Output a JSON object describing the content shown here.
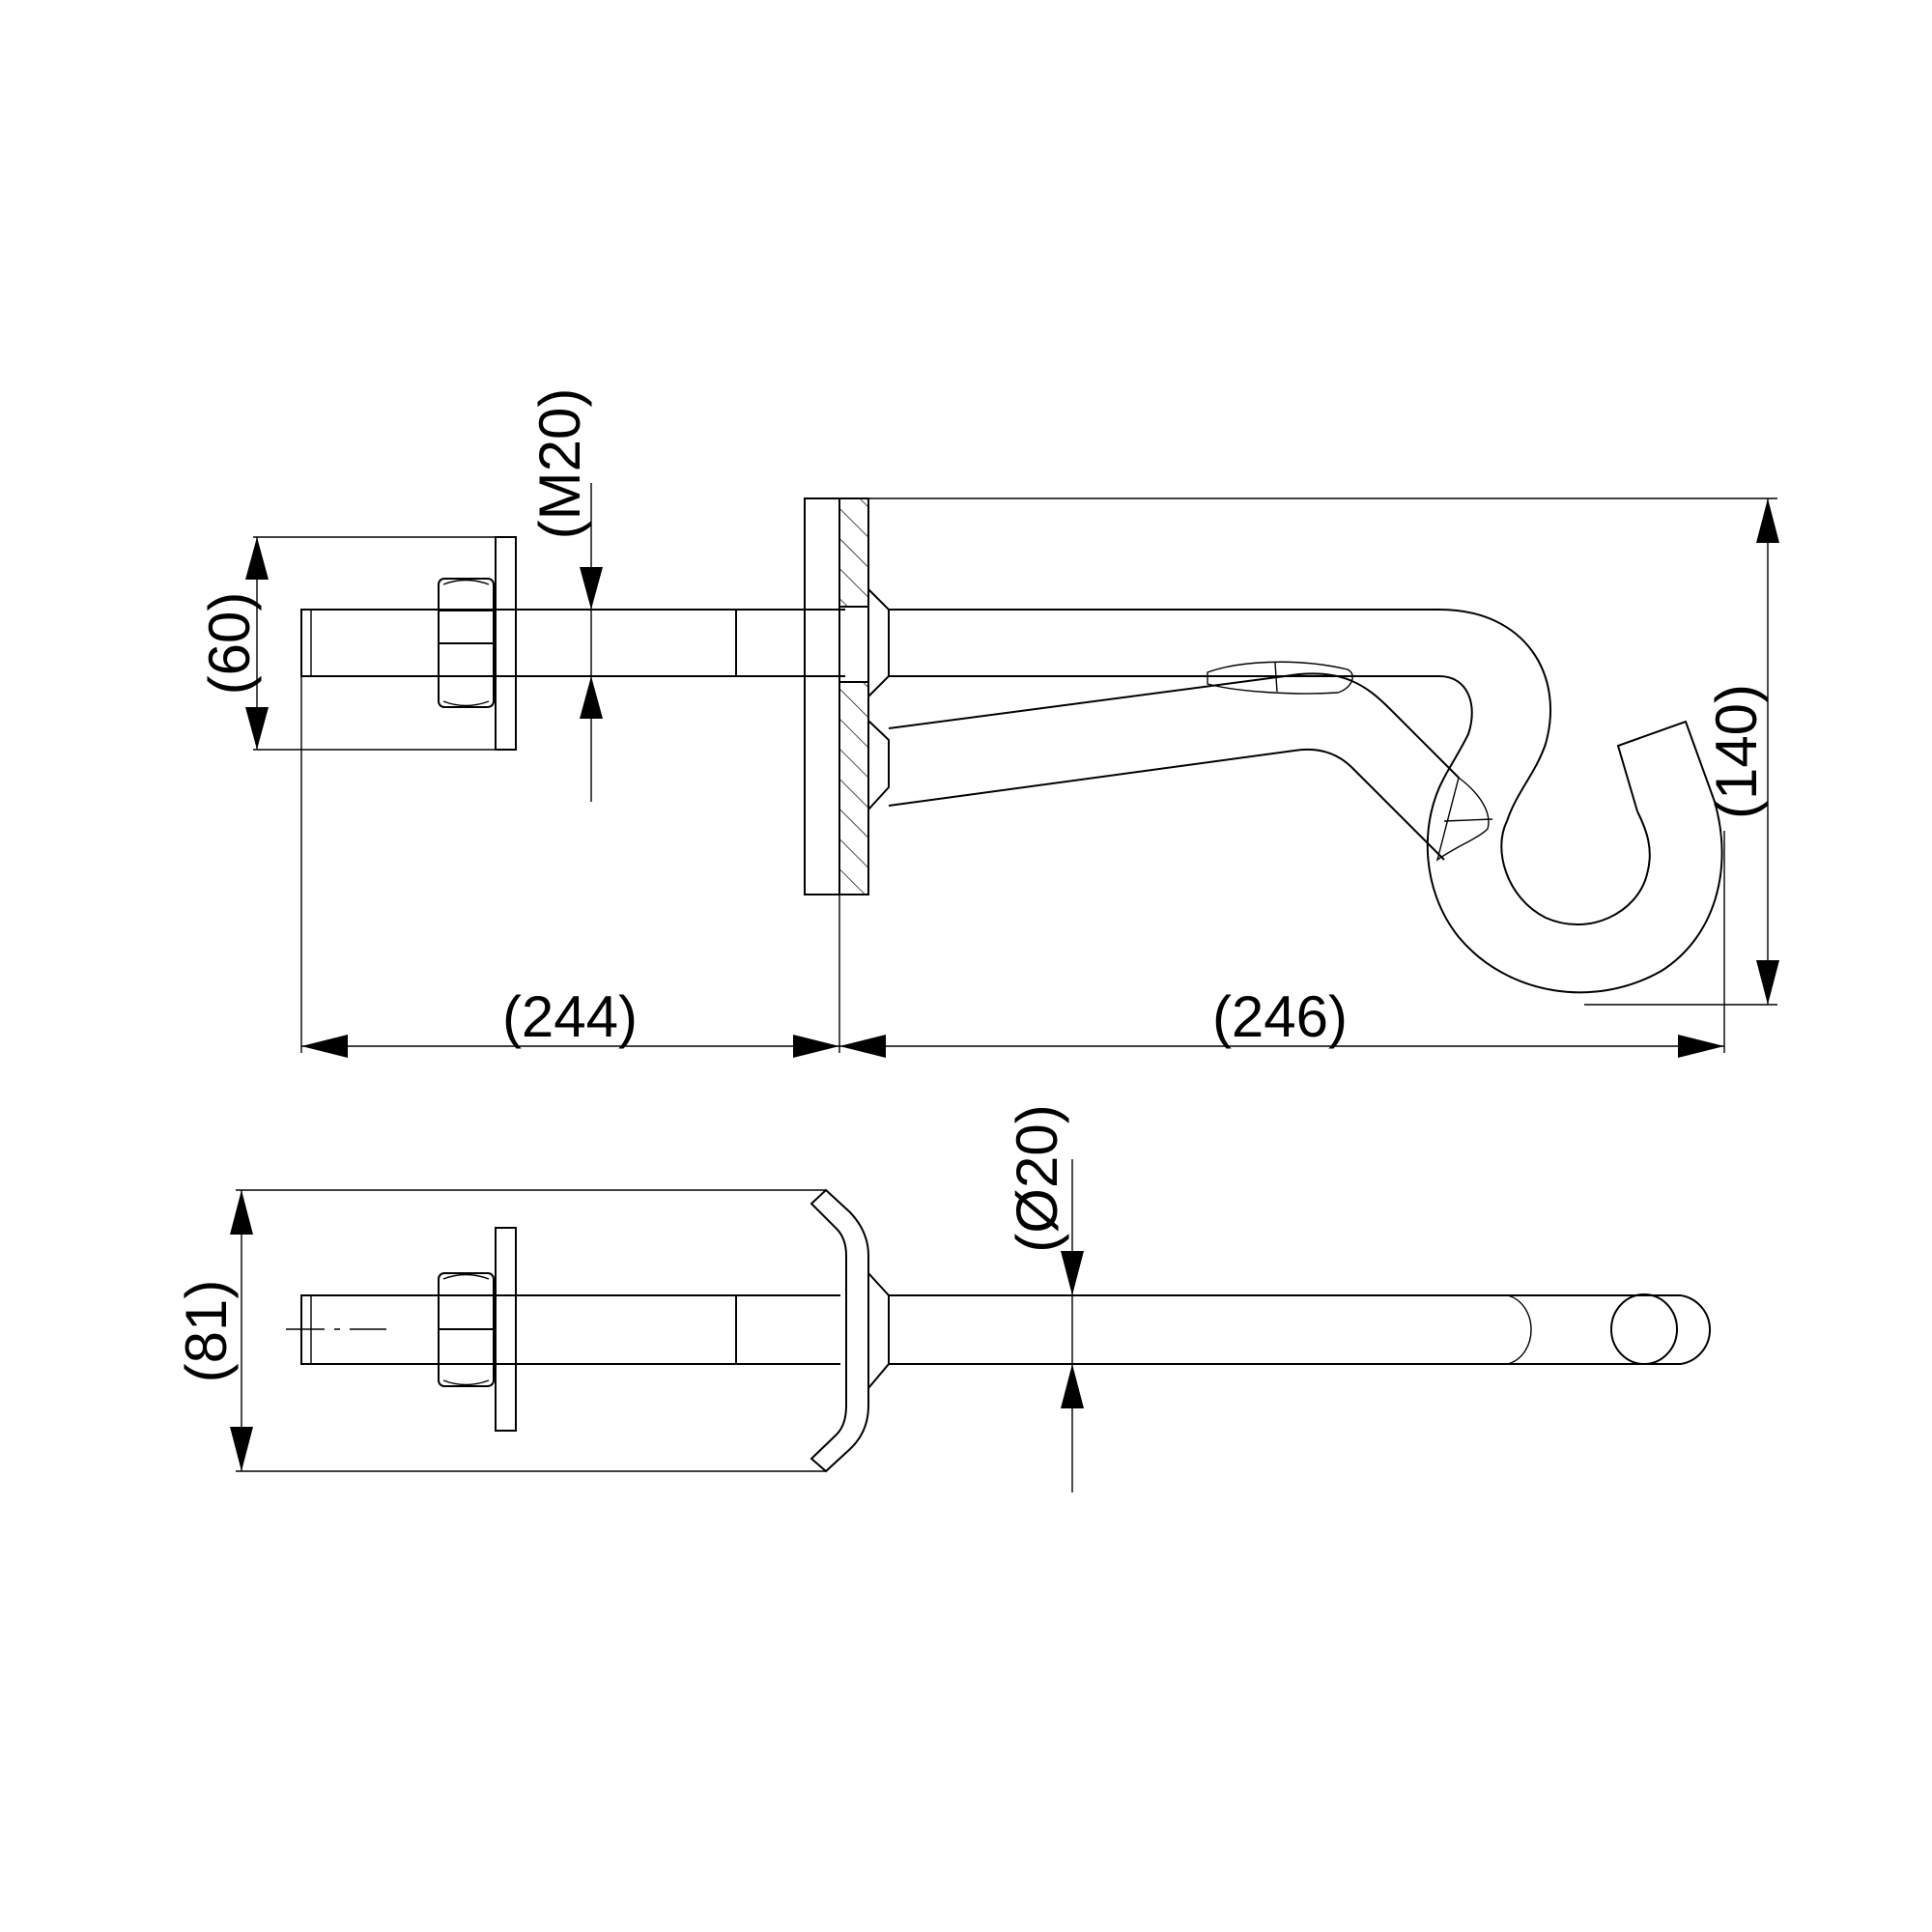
{
  "dimensions": {
    "top_view": {
      "plate_height": "(60)",
      "thread": "(M20)",
      "height_total": "(140)",
      "length_left": "(244)",
      "length_right": "(246)"
    },
    "bottom_view": {
      "width": "(81)",
      "diameter": "(Ø20)"
    }
  }
}
